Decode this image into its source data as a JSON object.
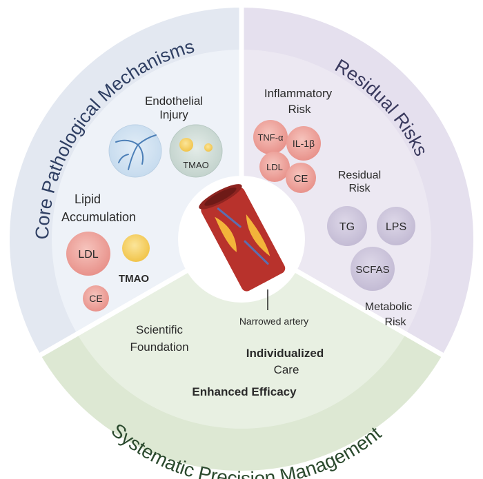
{
  "sections": {
    "core": {
      "title": "Core Pathological Mechanisms",
      "endothelial": {
        "title_line1": "Endothelial",
        "title_line2": "Injury",
        "tmao": "TMAO"
      },
      "lipid": {
        "title_line1": "Lipid",
        "title_line2": "Accumulation",
        "ldl": "LDL",
        "tmao": "TMAO",
        "ce": "CE"
      }
    },
    "residual": {
      "title": "Residual Risks",
      "inflammatory": {
        "title_line1": "Inflammatory",
        "title_line2": "Risk",
        "tnf": "TNF-α",
        "il1b": "IL-1β",
        "ldl": "LDL",
        "ce": "CE"
      },
      "residual_risk": {
        "title_line1": "Residual",
        "title_line2": "Risk"
      },
      "metabolic": {
        "tg": "TG",
        "lps": "LPS",
        "scfas": "SCFAS",
        "title_line1": "Metabolic",
        "title_line2": "Risk"
      }
    },
    "management": {
      "title": "Systematic Precision Management",
      "scientific_line1": "Scientific",
      "scientific_line2": "Foundation",
      "individualized_line1": "Individualized",
      "individualized_line2": "Care",
      "efficacy": "Enhanced Efficacy"
    }
  },
  "center": {
    "artery_label": "Narrowed artery"
  },
  "colors": {
    "core_bg": "#eef2f8",
    "residual_bg": "#ece8f2",
    "management_bg": "#e8f0e2",
    "ring_core": "#e3e8f1",
    "ring_residual": "#e5e0ee",
    "ring_management": "#dde8d3",
    "core_title": "#2f3f63",
    "residual_title": "#3a3a5e",
    "management_title": "#2b4a2e",
    "red_bubble": "#ec9a94",
    "purple_bubble": "#c9c2d8",
    "yellow_bubble": "#f5cd57",
    "artery": "#b8322c"
  }
}
